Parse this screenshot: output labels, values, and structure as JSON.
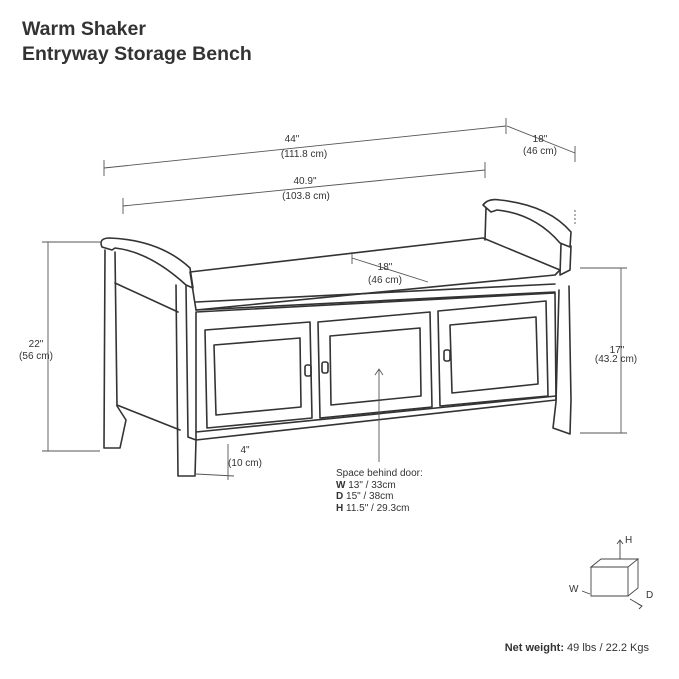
{
  "title": {
    "line1": "Warm Shaker",
    "line2": "Entryway Storage Bench"
  },
  "dimensions": {
    "overall_width": {
      "in": "44\"",
      "cm": "(111.8 cm)"
    },
    "seat_width": {
      "in": "40.9\"",
      "cm": "(103.8 cm)"
    },
    "overall_depth": {
      "in": "18\"",
      "cm": "(46 cm)"
    },
    "seat_depth": {
      "in": "18\"",
      "cm": "(46 cm)"
    },
    "overall_height": {
      "in": "22\"",
      "cm": "(56 cm)"
    },
    "seat_height": {
      "in": "17\"",
      "cm": "(43.2 cm)"
    },
    "leg_clearance": {
      "in": "4\"",
      "cm": "(10 cm)"
    }
  },
  "storage_note": {
    "heading": "Space behind door:",
    "rows": [
      {
        "key": "W",
        "value": " 13\" / 33cm"
      },
      {
        "key": "D",
        "value": " 15\" / 38cm"
      },
      {
        "key": "H",
        "value": " 11.5\" / 29.3cm"
      }
    ]
  },
  "axes_legend": {
    "h": "H",
    "w": "W",
    "d": "D"
  },
  "net_weight": {
    "label": "Net weight:",
    "value": " 49 lbs / 22.2 Kgs"
  },
  "colors": {
    "line": "#333333",
    "background": "#ffffff",
    "dimension": "#555555"
  }
}
